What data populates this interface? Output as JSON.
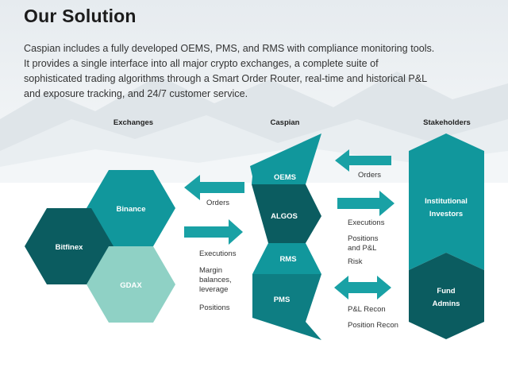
{
  "title": "Our Solution",
  "intro": "Caspian includes a fully developed OEMS, PMS, and RMS with compliance monitoring tools. It provides a single interface into all major crypto exchanges, a complete suite of sophisticated trading algorithms through a Smart Order Router, real-time and historical P&L and exposure tracking, and 24/7 customer service.",
  "headers": {
    "exchanges": "Exchanges",
    "caspian": "Caspian",
    "stakeholders": "Stakeholders"
  },
  "exchanges": [
    "Binance",
    "Bitfinex",
    "GDAX"
  ],
  "caspian_modules": [
    "OEMS",
    "ALGOS",
    "RMS",
    "PMS"
  ],
  "stakeholders": [
    "Institutional Investors",
    "Fund Admins"
  ],
  "left_flows": {
    "orders": "Orders",
    "executions": [
      "Executions",
      "Margin balances, leverage",
      "Positions"
    ]
  },
  "right_flows": {
    "orders": "Orders",
    "executions": [
      "Executions",
      "Positions and P&L",
      "Risk"
    ],
    "recon": [
      "P&L Recon",
      "Position Recon"
    ]
  },
  "colors": {
    "teal": "#11979c",
    "dark_teal": "#0b5c60",
    "mid_teal": "#0e7e83",
    "light_teal": "#8fd1c5",
    "arrow": "#19a1a5",
    "title": "#1c1c1c"
  }
}
